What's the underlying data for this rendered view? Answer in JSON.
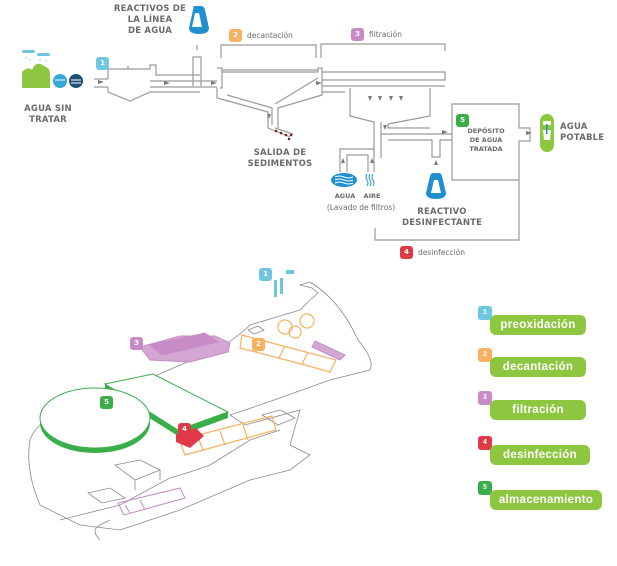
{
  "colors": {
    "preoxidacion": "#6ec6e0",
    "decantacion": "#f7b160",
    "filtracion": "#c78cc6",
    "desinfeccion": "#e03a48",
    "almacenamiento": "#3aae49",
    "legend_pill": "#8dc63f",
    "line": "#9a9a9a",
    "text": "#6b6b6b",
    "reagent_blue": "#1f8fd0"
  },
  "process_diagram": {
    "source_label_line1": "AGUA SIN",
    "source_label_line2": "TRATAR",
    "reactivos_line1": "REACTIVOS DE",
    "reactivos_line2": "LA LÍNEA",
    "reactivos_line3": "DE AGUA",
    "sedimentos_line1": "SALIDA DE",
    "sedimentos_line2": "SEDIMENTOS",
    "agua_label": "AGUA",
    "aire_label": "AIRE",
    "lavado_label": "(Lavado de filtros)",
    "reactivo_des_line1": "REACTIVO",
    "reactivo_des_line2": "DESINFECTANTE",
    "deposito_line1": "DEPÓSITO",
    "deposito_line2": "DE AGUA",
    "deposito_line3": "TRATADA",
    "potable_line1": "AGUA",
    "potable_line2": "POTABLE",
    "stages": [
      {
        "number": "1",
        "label": ""
      },
      {
        "number": "2",
        "label": "decantación"
      },
      {
        "number": "3",
        "label": "filtración"
      },
      {
        "number": "4",
        "label": "desinfección"
      },
      {
        "number": "5",
        "label": ""
      }
    ]
  },
  "plant_map": {
    "markers": [
      "1",
      "2",
      "3",
      "4",
      "5"
    ]
  },
  "legend": [
    {
      "number": "1",
      "label": "preoxidación"
    },
    {
      "number": "2",
      "label": "decantación"
    },
    {
      "number": "3",
      "label": "filtración"
    },
    {
      "number": "4",
      "label": "desinfección"
    },
    {
      "number": "5",
      "label": "almacenamiento"
    }
  ]
}
